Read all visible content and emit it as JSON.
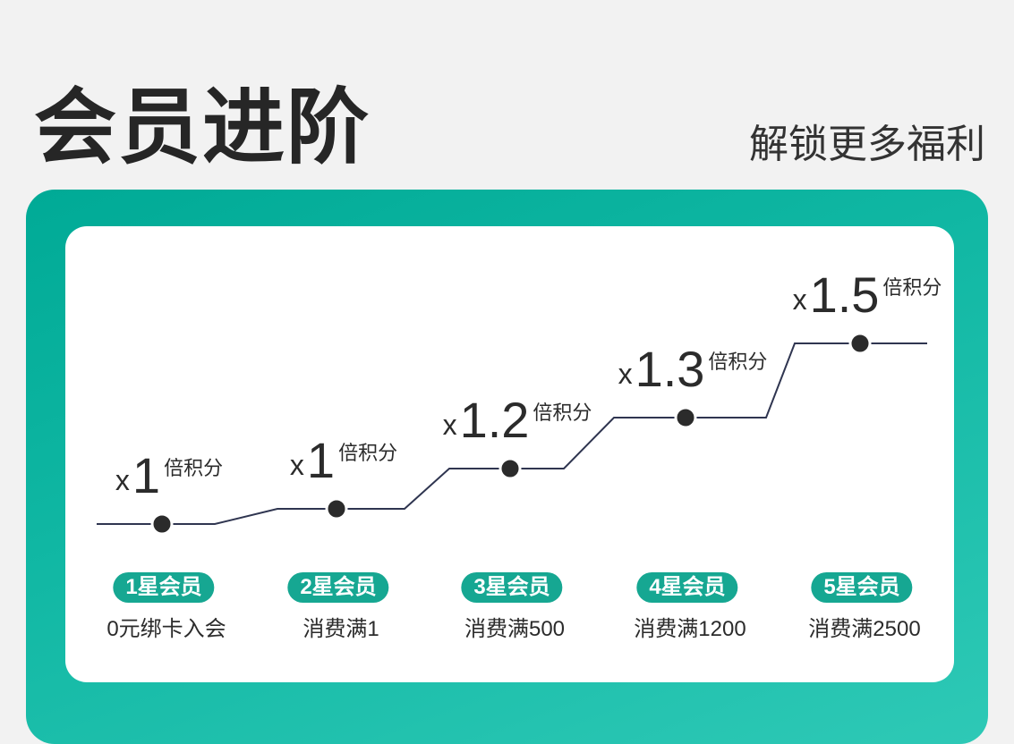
{
  "title": "会员进阶",
  "subtitle": "解锁更多福利",
  "colors": {
    "accent": "#16a792",
    "line": "#2f3550",
    "dot": "#2b2b2b"
  },
  "tiers": [
    {
      "x_prefix": "x",
      "multiplier": "1",
      "unit": "倍积分",
      "badge": "1星会员",
      "condition": "0元绑卡入会"
    },
    {
      "x_prefix": "x",
      "multiplier": "1",
      "unit": "倍积分",
      "badge": "2星会员",
      "condition": "消费满1"
    },
    {
      "x_prefix": "x",
      "multiplier": "1.2",
      "unit": "倍积分",
      "badge": "3星会员",
      "condition": "消费满500"
    },
    {
      "x_prefix": "x",
      "multiplier": "1.3",
      "unit": "倍积分",
      "badge": "4星会员",
      "condition": "消费满1200"
    },
    {
      "x_prefix": "x",
      "multiplier": "1.5",
      "unit": "倍积分",
      "badge": "5星会员",
      "condition": "消费满2500"
    }
  ]
}
